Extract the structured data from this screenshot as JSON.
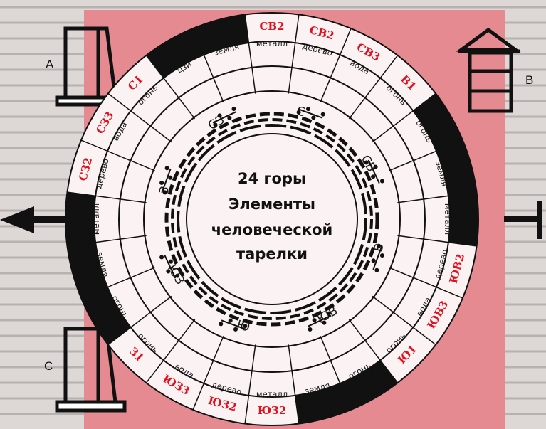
{
  "center": {
    "lines": [
      "24 горы",
      "Элементы",
      "человеческой",
      "тарелки"
    ]
  },
  "side_labels": {
    "a": "A",
    "b": "B",
    "c": "C"
  },
  "segments": [
    {
      "element": "металл",
      "mountain": "СВ2",
      "mountain_color": "#e0101c"
    },
    {
      "element": "дерево",
      "mountain": "СВ2",
      "mountain_color": "#e0101c"
    },
    {
      "element": "вода",
      "mountain": "СВ3",
      "mountain_color": "#e0101c"
    },
    {
      "element": "огонь",
      "mountain": "В1",
      "mountain_color": "#e0101c"
    },
    {
      "element": "огонь",
      "mountain": "",
      "mountain_color": "#e0101c"
    },
    {
      "element": "земля",
      "mountain": "",
      "mountain_color": "#e0101c"
    },
    {
      "element": "металл",
      "mountain": "",
      "mountain_color": "#e0101c"
    },
    {
      "element": "дерево",
      "mountain": "ЮВ2",
      "mountain_color": "#e0101c"
    },
    {
      "element": "вода",
      "mountain": "ЮВ3",
      "mountain_color": "#e0101c"
    },
    {
      "element": "огонь",
      "mountain": "Ю1",
      "mountain_color": "#e0101c"
    },
    {
      "element": "огонь",
      "mountain": "",
      "mountain_color": "#e0101c"
    },
    {
      "element": "земля",
      "mountain": "",
      "mountain_color": "#e0101c"
    },
    {
      "element": "металл",
      "mountain": "ЮЗ2",
      "mountain_color": "#e0101c"
    },
    {
      "element": "дерево",
      "mountain": "ЮЗ2",
      "mountain_color": "#e0101c"
    },
    {
      "element": "вода",
      "mountain": "ЮЗ3",
      "mountain_color": "#e0101c"
    },
    {
      "element": "огонь",
      "mountain": "З1",
      "mountain_color": "#e0101c"
    },
    {
      "element": "огонь",
      "mountain": "",
      "mountain_color": "#e0101c"
    },
    {
      "element": "земля",
      "mountain": "",
      "mountain_color": "#e0101c"
    },
    {
      "element": "металл",
      "mountain": "",
      "mountain_color": "#e0101c"
    },
    {
      "element": "дерево",
      "mountain": "СЗ2",
      "mountain_color": "#e0101c"
    },
    {
      "element": "вода",
      "mountain": "СЗ3",
      "mountain_color": "#e0101c"
    },
    {
      "element": "огонь",
      "mountain": "С1",
      "mountain_color": "#e0101c"
    },
    {
      "element": "цзи",
      "mountain": "",
      "mountain_color": "#e0101c"
    },
    {
      "element": "земля",
      "mountain": "",
      "mountain_color": "#e0101c"
    }
  ],
  "directions": [
    "С",
    "СВ",
    "В",
    "ЮВ",
    "Ю",
    "ЮЗ",
    "З",
    "СЗ"
  ],
  "colors": {
    "panel": "#e58a90",
    "accent_red": "#e0101c",
    "ink": "#111111"
  }
}
